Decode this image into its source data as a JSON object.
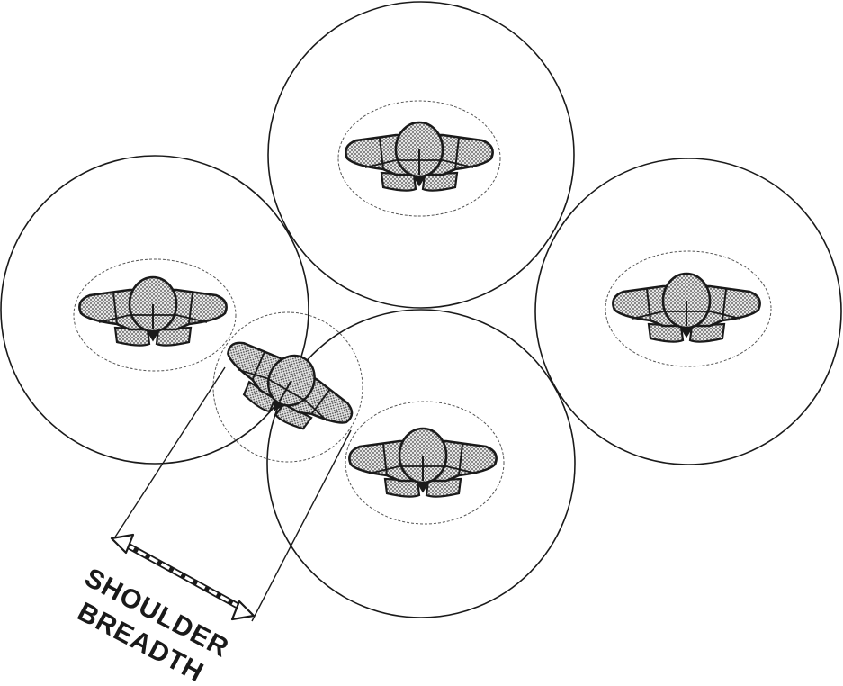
{
  "figure": {
    "caption_lines": [
      "SHOULDER",
      "BREADTH"
    ]
  },
  "people": [
    {
      "id": "top"
    },
    {
      "id": "left"
    },
    {
      "id": "right"
    },
    {
      "id": "bottom-center"
    },
    {
      "id": "intruder"
    }
  ],
  "colors": {
    "ink": "#1a1a1a",
    "body_fill": "#9a9a9a",
    "background": "#ffffff"
  }
}
